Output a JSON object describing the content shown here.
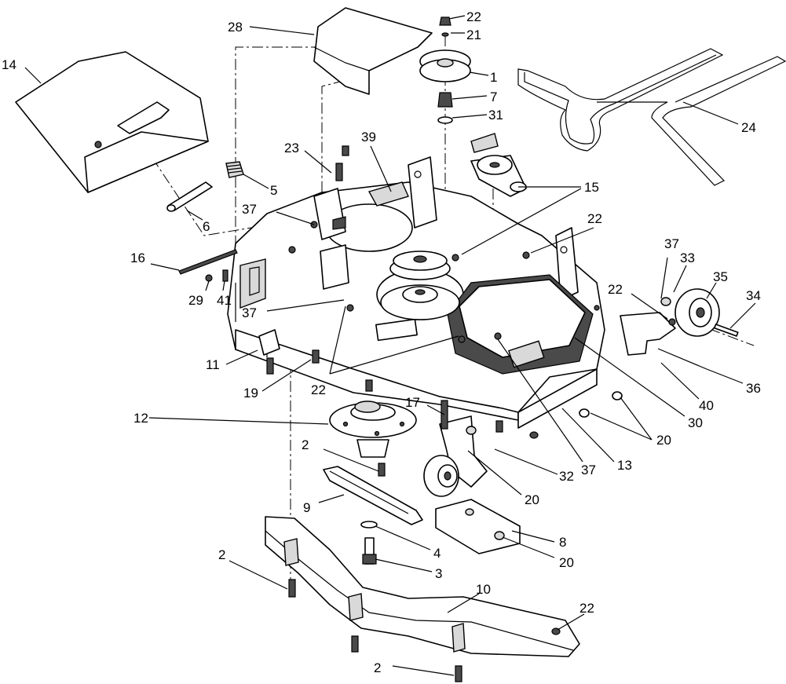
{
  "diagram": {
    "callouts": [
      {
        "id": "c-22a",
        "text": "22"
      },
      {
        "id": "c-21",
        "text": "21"
      },
      {
        "id": "c-28",
        "text": "28"
      },
      {
        "id": "c-1",
        "text": "1"
      },
      {
        "id": "c-7",
        "text": "7"
      },
      {
        "id": "c-31",
        "text": "31"
      },
      {
        "id": "c-14",
        "text": "14"
      },
      {
        "id": "c-24",
        "text": "24"
      },
      {
        "id": "c-23",
        "text": "23"
      },
      {
        "id": "c-39",
        "text": "39"
      },
      {
        "id": "c-5",
        "text": "5"
      },
      {
        "id": "c-15",
        "text": "15"
      },
      {
        "id": "c-6",
        "text": "6"
      },
      {
        "id": "c-37a",
        "text": "37"
      },
      {
        "id": "c-22b",
        "text": "22"
      },
      {
        "id": "c-16",
        "text": "16"
      },
      {
        "id": "c-37b",
        "text": "37"
      },
      {
        "id": "c-33",
        "text": "33"
      },
      {
        "id": "c-35",
        "text": "35"
      },
      {
        "id": "c-22c",
        "text": "22"
      },
      {
        "id": "c-34",
        "text": "34"
      },
      {
        "id": "c-29",
        "text": "29"
      },
      {
        "id": "c-41",
        "text": "41"
      },
      {
        "id": "c-37c",
        "text": "37"
      },
      {
        "id": "c-11",
        "text": "11"
      },
      {
        "id": "c-19",
        "text": "19"
      },
      {
        "id": "c-22d",
        "text": "22"
      },
      {
        "id": "c-36",
        "text": "36"
      },
      {
        "id": "c-40",
        "text": "40"
      },
      {
        "id": "c-30",
        "text": "30"
      },
      {
        "id": "c-12",
        "text": "12"
      },
      {
        "id": "c-17",
        "text": "17"
      },
      {
        "id": "c-20a",
        "text": "20"
      },
      {
        "id": "c-13",
        "text": "13"
      },
      {
        "id": "c-2a",
        "text": "2"
      },
      {
        "id": "c-37d",
        "text": "37"
      },
      {
        "id": "c-32",
        "text": "32"
      },
      {
        "id": "c-9",
        "text": "9"
      },
      {
        "id": "c-20b",
        "text": "20"
      },
      {
        "id": "c-8",
        "text": "8"
      },
      {
        "id": "c-4",
        "text": "4"
      },
      {
        "id": "c-20c",
        "text": "20"
      },
      {
        "id": "c-3",
        "text": "3"
      },
      {
        "id": "c-2b",
        "text": "2"
      },
      {
        "id": "c-10",
        "text": "10"
      },
      {
        "id": "c-22e",
        "text": "22"
      },
      {
        "id": "c-2c",
        "text": "2"
      }
    ]
  }
}
